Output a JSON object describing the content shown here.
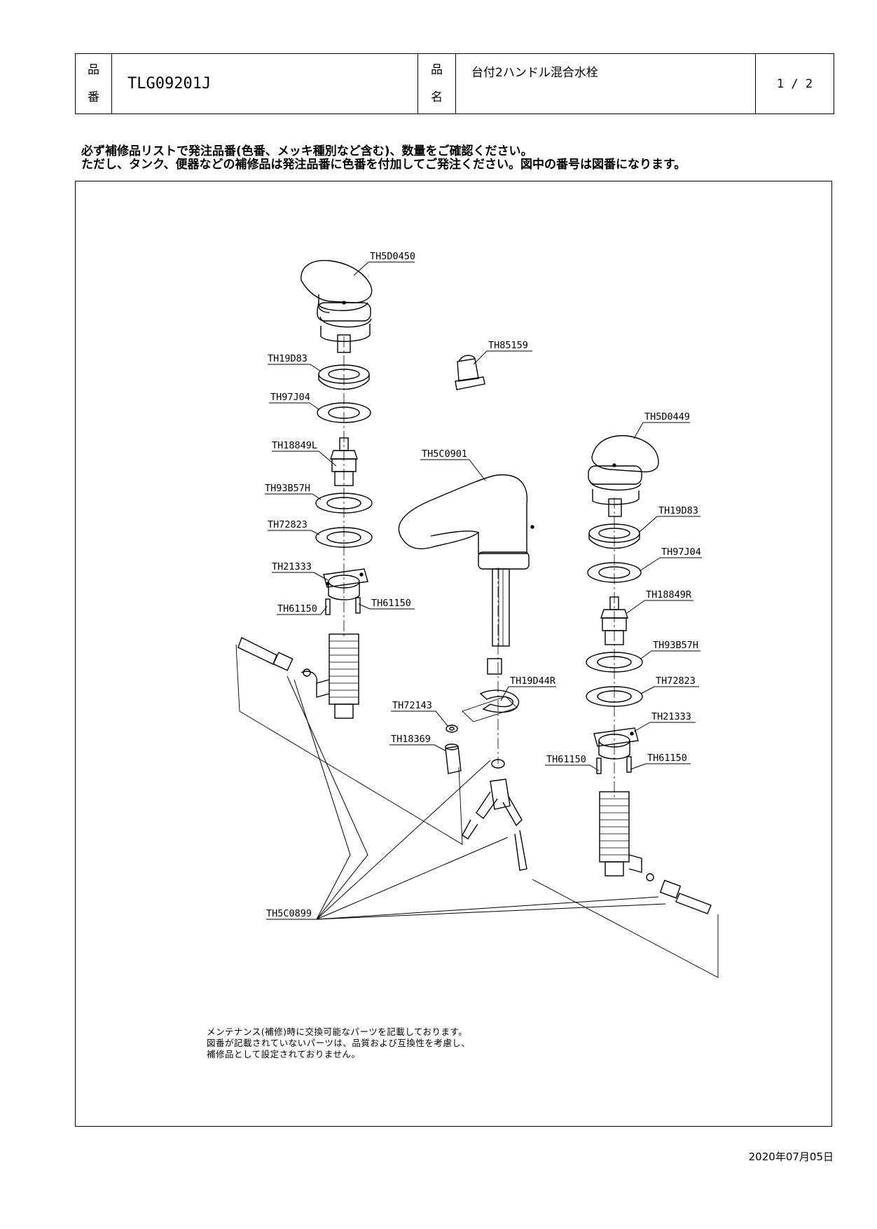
{
  "header": {
    "code_label_1": "品",
    "code_label_2": "番",
    "product_code": "TLG09201J",
    "name_label_1": "品",
    "name_label_2": "名",
    "product_name": "台付2ハンドル混合水栓",
    "page": "1 / 2"
  },
  "notice": {
    "line1": "必ず補修品リストで発注品番(色番、メッキ種別など含む)、数量をご確認ください。",
    "line2": "ただし、タンク、便器などの補修品は発注品番に色番を付加してご発注ください。図中の番号は図番になります。"
  },
  "parts": {
    "left_handle": "TH5D0450",
    "left_ring": "TH19D83",
    "left_washer1": "TH97J04",
    "left_valve": "TH18849L",
    "left_washer2": "TH93B57H",
    "left_washer3": "TH72823",
    "left_plate": "TH21333",
    "left_screw1": "TH61150",
    "left_screw2": "TH61150",
    "small_part": "TH85159",
    "spout": "TH5C0901",
    "spout_clip": "TH19D44R",
    "nut_washer": "TH72143",
    "nut": "TH18369",
    "right_handle": "TH5D0449",
    "right_ring": "TH19D83",
    "right_washer1": "TH97J04",
    "right_valve": "TH18849R",
    "right_washer2": "TH93B57H",
    "right_washer3": "TH72823",
    "right_plate": "TH21333",
    "right_screw1": "TH61150",
    "right_screw2": "TH61150",
    "hose": "TH5C0899"
  },
  "maintenance_note": {
    "line1": "メンテナンス(補修)時に交換可能なパーツを記載しております。",
    "line2": "図番が記載されていないパーツは、品質および互換性を考慮し、",
    "line3": "補修品として設定されておりません。"
  },
  "date": "2020年07月05日"
}
